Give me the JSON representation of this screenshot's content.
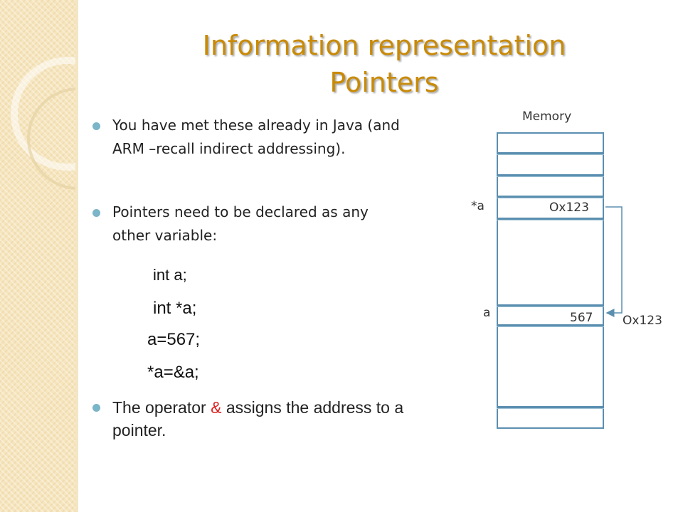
{
  "title": {
    "line1": "Information representation",
    "line2": "Pointers"
  },
  "bullets": [
    "You have met these already in Java (and ARM –recall indirect addressing).",
    "Pointers need to be declared as any other variable:"
  ],
  "code_lines": [
    "int a;",
    "int *a;",
    "a=567;",
    "*a=&a;"
  ],
  "last_bullet": {
    "before": "The operator ",
    "operator": "&",
    "after": " assigns the address to a pointer."
  },
  "diagram": {
    "heading": "Memory",
    "pointer_label": "*a",
    "pointer_value": "Ox123",
    "var_label": "a",
    "var_value": "567",
    "address_label": "Ox123"
  },
  "colors": {
    "title": "#c98a06",
    "bullet_dot": "#7ab5c8",
    "memory_border": "#5b8fb0",
    "operator": "#dd2222"
  }
}
